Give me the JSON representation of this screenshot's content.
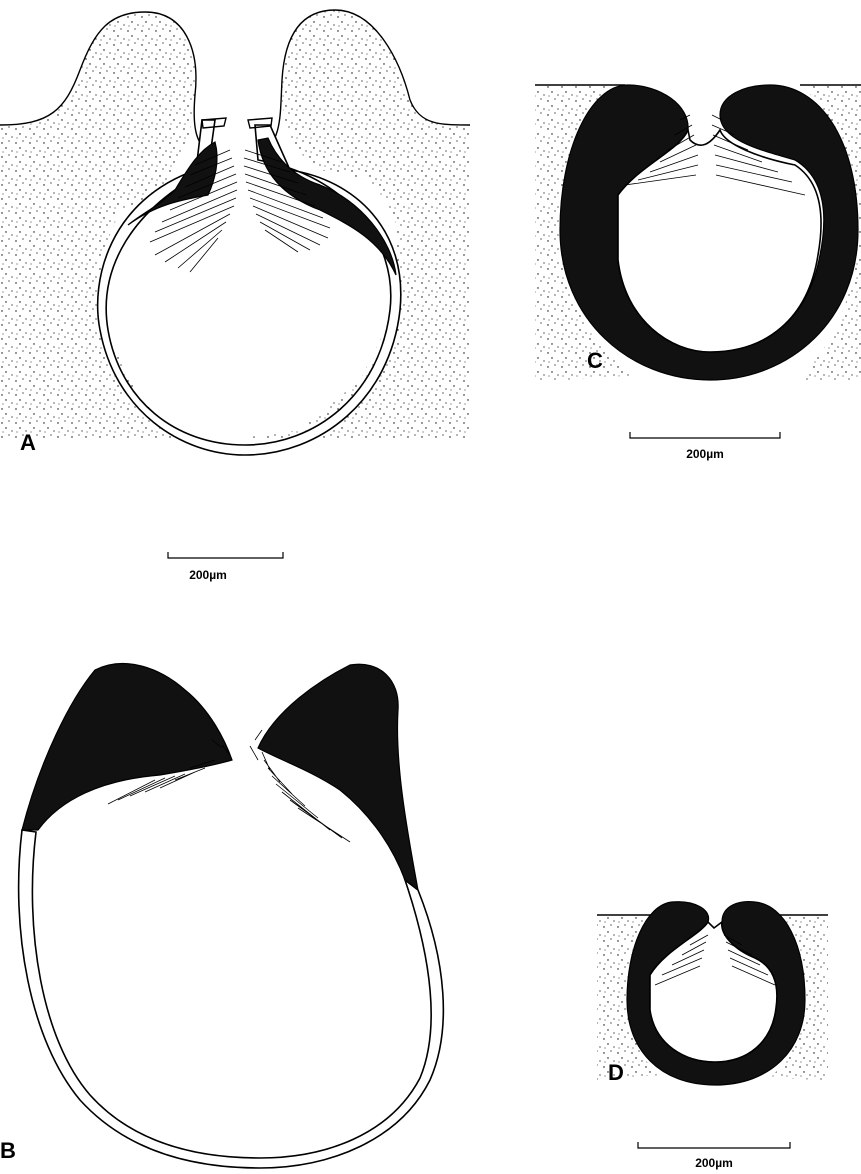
{
  "panels": [
    {
      "id": "A",
      "label": "A"
    },
    {
      "id": "B",
      "label": "B"
    },
    {
      "id": "C",
      "label": "C"
    },
    {
      "id": "D",
      "label": "D"
    }
  ],
  "scale_bars": {
    "A": "200µm",
    "C": "200µm",
    "D": "200µm"
  },
  "colors": {
    "ink": "#111111",
    "stipple": "#000000",
    "background": "#ffffff"
  }
}
